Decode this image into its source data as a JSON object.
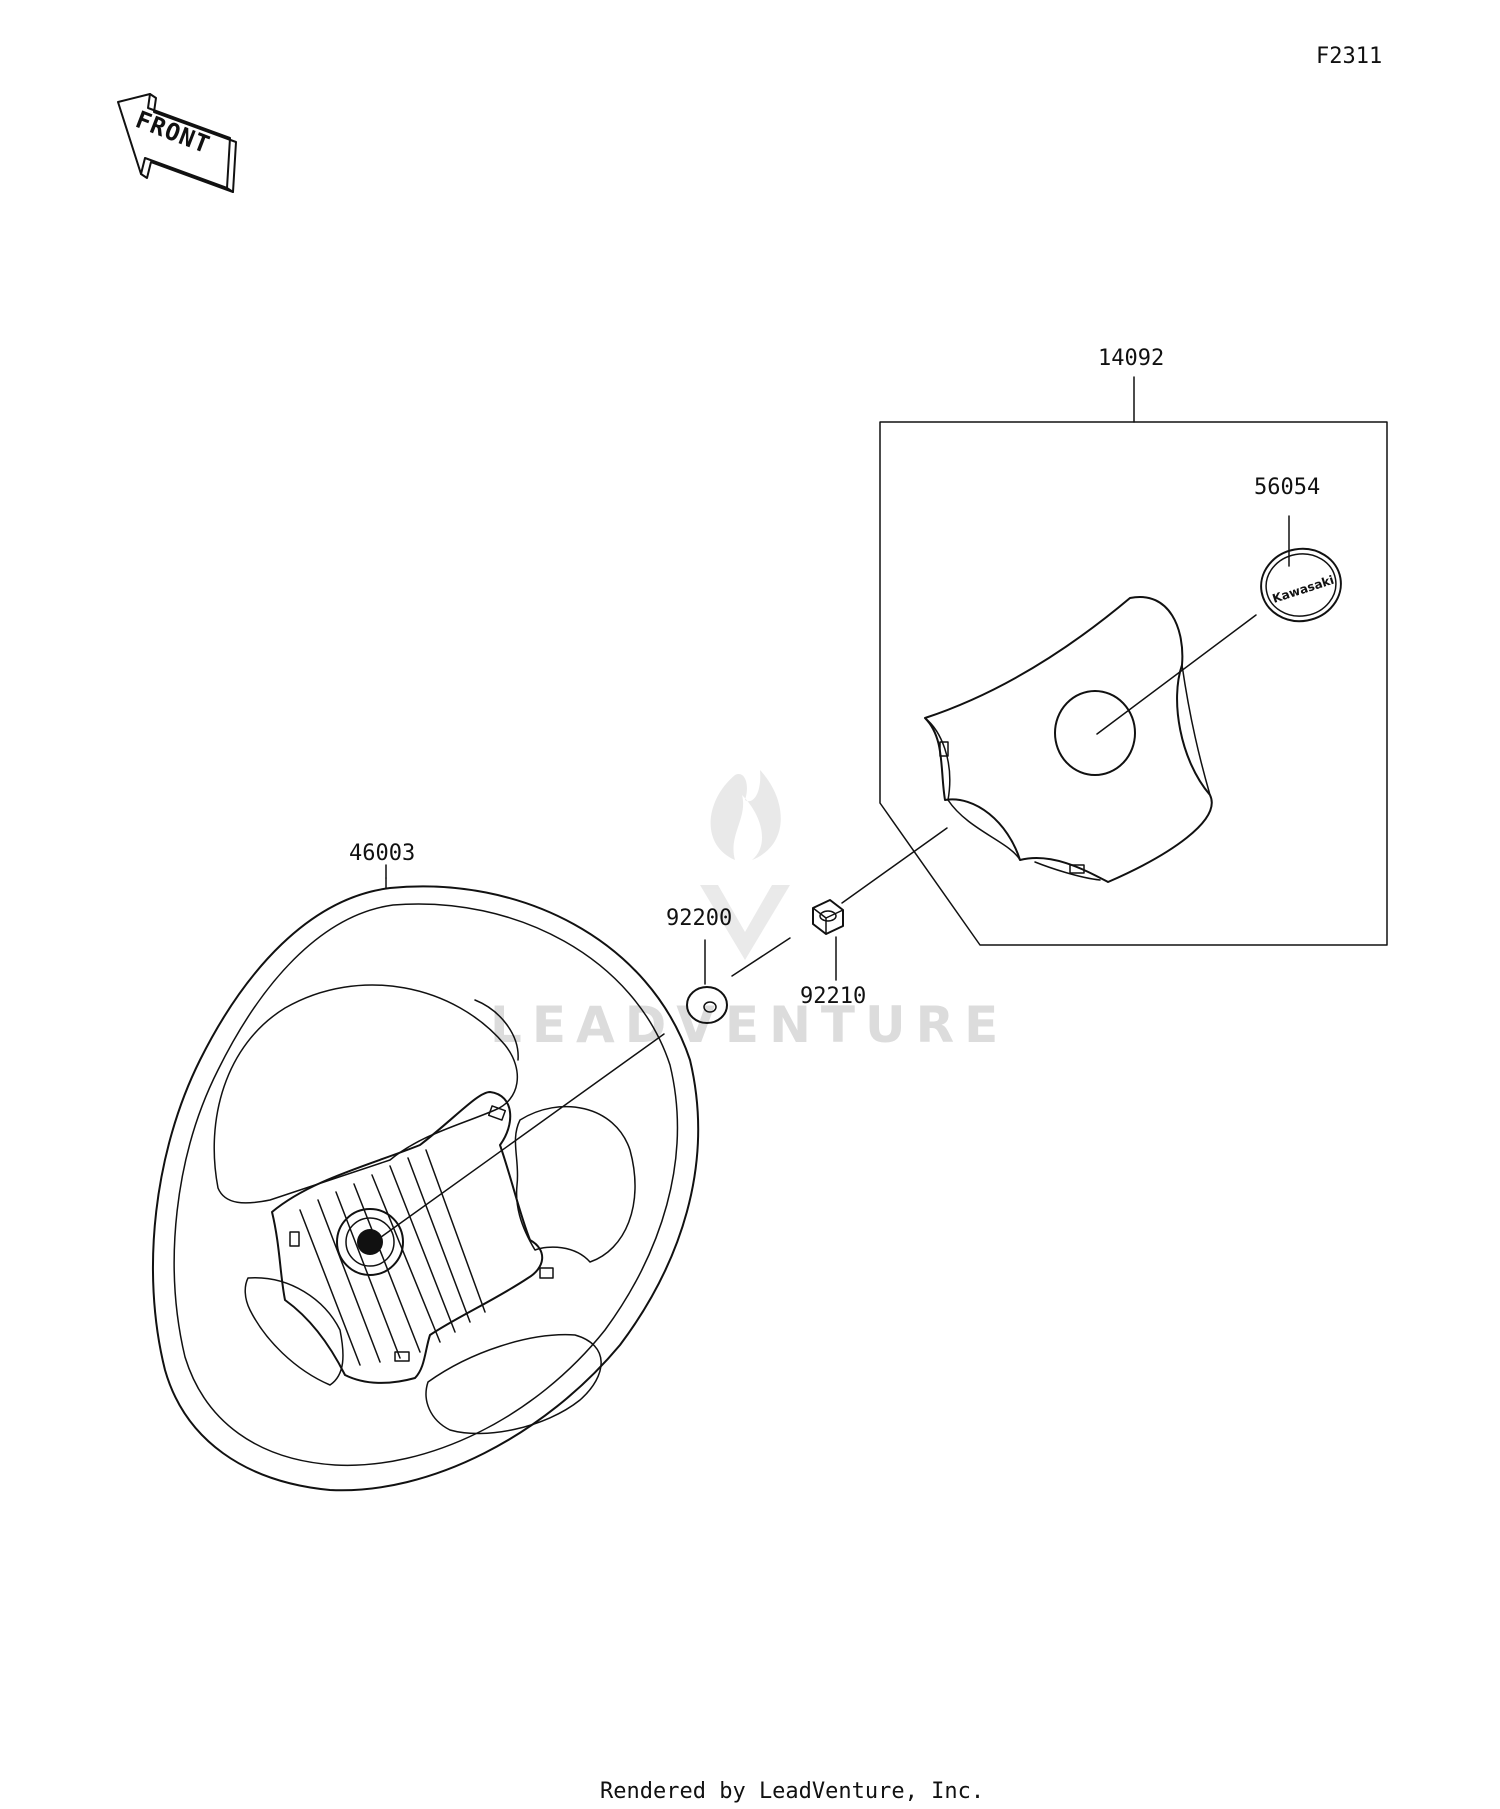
{
  "diagram_code": "F2311",
  "direction_arrow": {
    "label": "FRONT",
    "icon": "front-arrow-icon"
  },
  "watermark": {
    "text": "LEADVENTURE",
    "icon": "leadventure-logo-icon"
  },
  "parts": [
    {
      "number": "14092",
      "part": "cover-assembly"
    },
    {
      "number": "56054",
      "part": "emblem"
    },
    {
      "number": "46003",
      "part": "steering-wheel"
    },
    {
      "number": "92200",
      "part": "washer"
    },
    {
      "number": "92210",
      "part": "nut"
    }
  ],
  "emblem_logo_text": "Kawasaki",
  "footer": "Rendered by LeadVenture, Inc."
}
